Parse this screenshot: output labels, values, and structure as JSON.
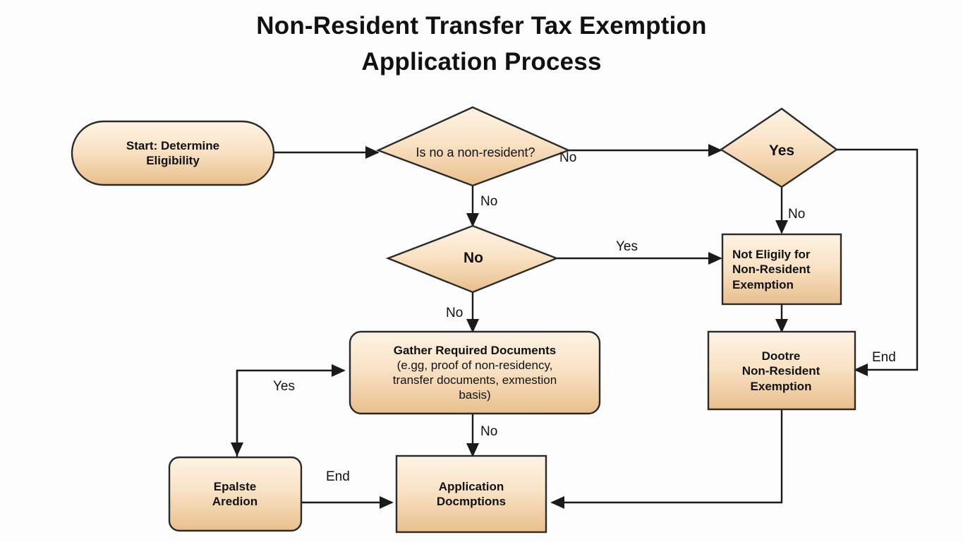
{
  "title": {
    "line1": "Non-Resident Transfer Tax Exemption",
    "line2": "Application Process"
  },
  "colors": {
    "node_fill_top": "#fdf0dc",
    "node_fill_bottom": "#e9c191",
    "node_stroke": "#2b2b2b",
    "edge_stroke": "#1a1a1a",
    "text": "#111111",
    "background": "#fdfdfd"
  },
  "chart_data": {
    "type": "diagram",
    "diagram_type": "flowchart",
    "title": "Non-Resident Transfer Tax Exemption Application Process",
    "nodes": [
      {
        "id": "start",
        "shape": "stadium",
        "text": "Start: Determine Eligibility"
      },
      {
        "id": "dec1",
        "shape": "diamond",
        "text": "Is no a non-resident?"
      },
      {
        "id": "yesdia",
        "shape": "diamond",
        "text": "Yes"
      },
      {
        "id": "dec2",
        "shape": "diamond",
        "text": "No"
      },
      {
        "id": "noteligily",
        "shape": "rectangle",
        "text": "Not Eligily for Non-Resident Exemption"
      },
      {
        "id": "dootre",
        "shape": "rectangle",
        "text": "Dootre Non-Resident Exemption"
      },
      {
        "id": "gather",
        "shape": "rounded",
        "text": "Gather Required Documents (e.gg, proof of non-residency, transfer documents, exmestion basis)"
      },
      {
        "id": "epalste",
        "shape": "rounded",
        "text": "Epalste Aredion"
      },
      {
        "id": "appdoc",
        "shape": "rectangle",
        "text": "Application Docmptions"
      }
    ],
    "edges": [
      {
        "from": "start",
        "to": "dec1",
        "label": ""
      },
      {
        "from": "dec1",
        "to": "yesdia",
        "label": "No"
      },
      {
        "from": "dec1",
        "to": "dec2",
        "label": "No"
      },
      {
        "from": "yesdia",
        "to": "noteligily",
        "label": "No"
      },
      {
        "from": "dec2",
        "to": "noteligily",
        "label": "Yes"
      },
      {
        "from": "dec2",
        "to": "gather",
        "label": "No"
      },
      {
        "from": "noteligily",
        "to": "dootre",
        "label": ""
      },
      {
        "from": "yesdia",
        "to": "dootre",
        "label": "End"
      },
      {
        "from": "gather",
        "to": "appdoc",
        "label": "No"
      },
      {
        "from": "epalste",
        "to": "gather",
        "label": "Yes"
      },
      {
        "from": "epalste",
        "to": "appdoc",
        "label": "End"
      },
      {
        "from": "dootre",
        "to": "appdoc",
        "label": ""
      }
    ]
  },
  "nodes": {
    "start": {
      "line1": "Start: Determine",
      "line2": "Eligibility"
    },
    "dec1": {
      "line1": "Is no a non-resident?"
    },
    "yesdia": {
      "line1": "Yes"
    },
    "dec2": {
      "line1": "No"
    },
    "noteligily": {
      "line1": "Not Eligily for",
      "line2": "Non-Resident",
      "line3": "Exemption"
    },
    "dootre": {
      "line1": "Dootre",
      "line2": "Non-Resident",
      "line3": "Exemption"
    },
    "gather": {
      "line1": "Gather Required Documents",
      "line2": "(e.gg, proof of non-residency,",
      "line3": "transfer documents, exmestion",
      "line4": "basis)"
    },
    "epalste": {
      "line1": "Epalste",
      "line2": "Aredion"
    },
    "appdoc": {
      "line1": "Application",
      "line2": "Docmptions"
    }
  },
  "edge_labels": {
    "no1": "No",
    "no2": "No",
    "no3": "No",
    "yes1": "Yes",
    "no4": "No",
    "yes2": "Yes",
    "no5": "No",
    "end1": "End",
    "end2": "End"
  }
}
